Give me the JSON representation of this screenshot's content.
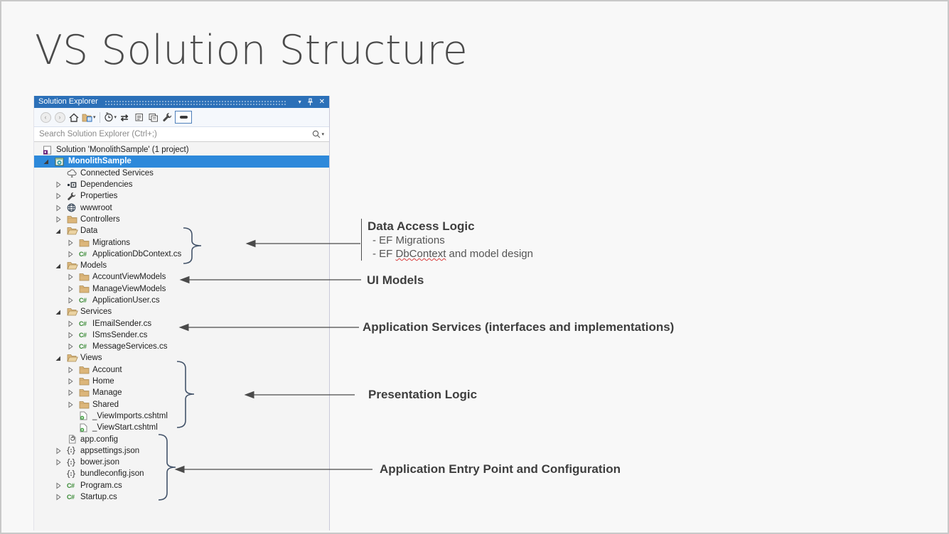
{
  "slide": {
    "title": "VS Solution Structure"
  },
  "panel": {
    "title": "Solution Explorer",
    "titlebar_icons": [
      "window-position-icon",
      "pin-icon",
      "close-icon"
    ],
    "toolbar_icons": [
      "back",
      "forward",
      "home",
      "switch-views",
      "history",
      "sync",
      "collapse-all",
      "copy-properties",
      "wrench",
      "preview-selected-items"
    ],
    "search_placeholder": "Search Solution Explorer (Ctrl+;)",
    "search_icons": [
      "search-icon",
      "chevron-down-icon"
    ]
  },
  "tree": {
    "items": [
      {
        "label": "Solution 'MonolithSample' (1 project)",
        "icon": "solution",
        "level": 0,
        "expand": "none",
        "selected": false
      },
      {
        "label": "MonolithSample",
        "icon": "project",
        "level": 1,
        "expand": "expanded",
        "selected": true
      },
      {
        "label": "Connected Services",
        "icon": "cloud",
        "level": 2,
        "expand": "none",
        "selected": false
      },
      {
        "label": "Dependencies",
        "icon": "dependencies",
        "level": 2,
        "expand": "collapsed",
        "selected": false
      },
      {
        "label": "Properties",
        "icon": "wrench",
        "level": 2,
        "expand": "collapsed",
        "selected": false
      },
      {
        "label": "wwwroot",
        "icon": "globe",
        "level": 2,
        "expand": "collapsed",
        "selected": false
      },
      {
        "label": "Controllers",
        "icon": "folder-closed",
        "level": 2,
        "expand": "collapsed",
        "selected": false
      },
      {
        "label": "Data",
        "icon": "folder-open",
        "level": 2,
        "expand": "expanded",
        "selected": false
      },
      {
        "label": "Migrations",
        "icon": "folder-closed",
        "level": 3,
        "expand": "collapsed",
        "selected": false
      },
      {
        "label": "ApplicationDbContext.cs",
        "icon": "csharp",
        "level": 3,
        "expand": "collapsed",
        "selected": false
      },
      {
        "label": "Models",
        "icon": "folder-open",
        "level": 2,
        "expand": "expanded",
        "selected": false
      },
      {
        "label": "AccountViewModels",
        "icon": "folder-closed",
        "level": 3,
        "expand": "collapsed",
        "selected": false
      },
      {
        "label": "ManageViewModels",
        "icon": "folder-closed",
        "level": 3,
        "expand": "collapsed",
        "selected": false
      },
      {
        "label": "ApplicationUser.cs",
        "icon": "csharp",
        "level": 3,
        "expand": "collapsed",
        "selected": false
      },
      {
        "label": "Services",
        "icon": "folder-open",
        "level": 2,
        "expand": "expanded",
        "selected": false
      },
      {
        "label": "IEmailSender.cs",
        "icon": "csharp",
        "level": 3,
        "expand": "collapsed",
        "selected": false
      },
      {
        "label": "ISmsSender.cs",
        "icon": "csharp",
        "level": 3,
        "expand": "collapsed",
        "selected": false
      },
      {
        "label": "MessageServices.cs",
        "icon": "csharp",
        "level": 3,
        "expand": "collapsed",
        "selected": false
      },
      {
        "label": "Views",
        "icon": "folder-open",
        "level": 2,
        "expand": "expanded",
        "selected": false
      },
      {
        "label": "Account",
        "icon": "folder-closed",
        "level": 3,
        "expand": "collapsed",
        "selected": false
      },
      {
        "label": "Home",
        "icon": "folder-closed",
        "level": 3,
        "expand": "collapsed",
        "selected": false
      },
      {
        "label": "Manage",
        "icon": "folder-closed",
        "level": 3,
        "expand": "collapsed",
        "selected": false
      },
      {
        "label": "Shared",
        "icon": "folder-closed",
        "level": 3,
        "expand": "collapsed",
        "selected": false
      },
      {
        "label": "_ViewImports.cshtml",
        "icon": "cshtml",
        "level": 3,
        "expand": "none",
        "selected": false
      },
      {
        "label": "_ViewStart.cshtml",
        "icon": "cshtml",
        "level": 3,
        "expand": "none",
        "selected": false
      },
      {
        "label": "app.config",
        "icon": "config",
        "level": 2,
        "expand": "none",
        "selected": false
      },
      {
        "label": "appsettings.json",
        "icon": "json",
        "level": 2,
        "expand": "collapsed",
        "selected": false
      },
      {
        "label": "bower.json",
        "icon": "json",
        "level": 2,
        "expand": "collapsed",
        "selected": false
      },
      {
        "label": "bundleconfig.json",
        "icon": "json",
        "level": 2,
        "expand": "none",
        "selected": false
      },
      {
        "label": "Program.cs",
        "icon": "csharp",
        "level": 2,
        "expand": "collapsed",
        "selected": false
      },
      {
        "label": "Startup.cs",
        "icon": "csharp",
        "level": 2,
        "expand": "collapsed",
        "selected": false
      }
    ]
  },
  "annotations": [
    {
      "title": "Data Access Logic",
      "bullets": [
        {
          "pre": "- EF Migrations",
          "squiggle": "",
          "post": ""
        },
        {
          "pre": "- EF ",
          "squiggle": "DbContext",
          "post": " and model design"
        }
      ]
    },
    {
      "title": "UI Models"
    },
    {
      "title": "Application Services (interfaces and implementations)"
    },
    {
      "title": "Presentation Logic"
    },
    {
      "title": "Application Entry Point and Configuration"
    }
  ],
  "colors": {
    "titlebar_blue": "#2C70B8",
    "selection_blue": "#2D89DA",
    "folder_tan": "#DCB67A",
    "csharp_green": "#388A34",
    "solution_purple": "#68217A",
    "brace_blue": "#44546A",
    "arrow_gray": "#4A4A4A",
    "squiggle_red": "#D83B3B"
  }
}
